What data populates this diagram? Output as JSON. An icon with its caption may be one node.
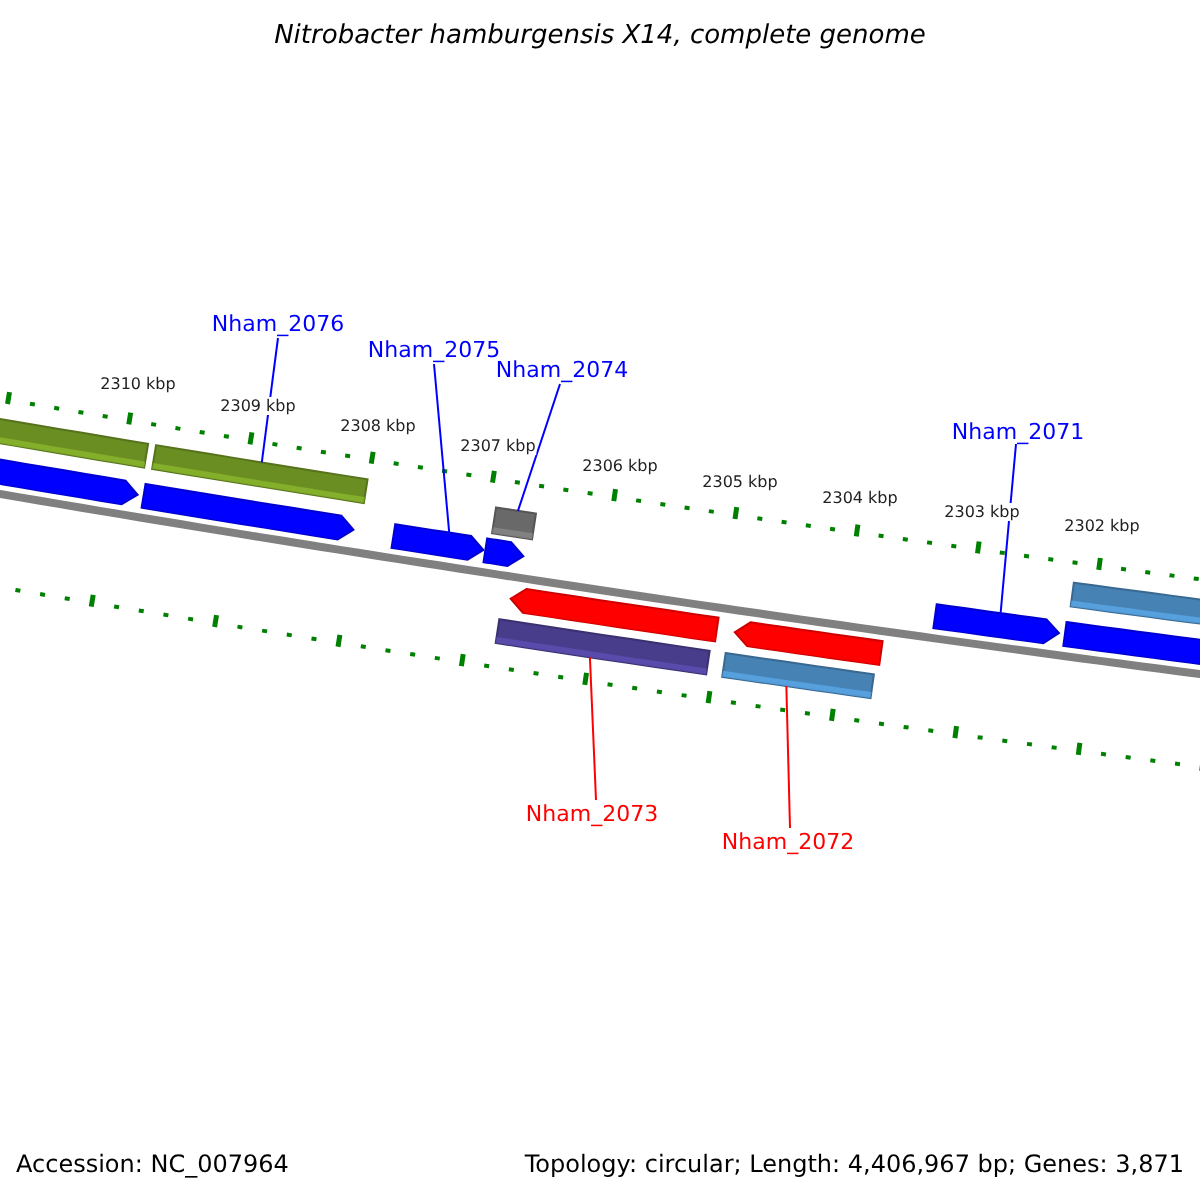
{
  "diagram": {
    "title": "Nitrobacter hamburgensis X14, complete genome",
    "nodes": [
      {
        "text": [
          "Nham_2076"
        ]
      },
      {
        "text": [
          "Nham_2075"
        ]
      },
      {
        "text": [
          "Nham_2074"
        ]
      },
      {
        "text": [
          "Nham_2071"
        ]
      },
      {
        "text": [
          "Nham_2073"
        ]
      },
      {
        "text": [
          "Nham_2072"
        ]
      },
      {
        "text": [],
        "shape": "bar"
      },
      {
        "text": [],
        "shape": "bar"
      },
      {
        "text": [],
        "shape": "bar"
      },
      {
        "text": [],
        "shape": "bar"
      },
      {
        "text": [],
        "shape": "bar"
      },
      {
        "text": [],
        "shape": "bar"
      },
      {
        "text": [],
        "shape": "bar"
      },
      {
        "text": [],
        "shape": "bar"
      },
      {
        "text": [],
        "shape": "bar"
      },
      {
        "text": [],
        "shape": "bar"
      },
      {
        "text": [],
        "shape": "bar"
      },
      {
        "text": [],
        "shape": "bar"
      },
      {
        "text": [],
        "shape": "bar"
      },
      {
        "text": [],
        "shape": "bar"
      }
    ],
    "edges": [
      {
        "from": 0,
        "to": 6,
        "arrow": "none"
      },
      {
        "from": 1,
        "to": 7,
        "arrow": "none"
      },
      {
        "from": 2,
        "to": 8,
        "arrow": "none"
      },
      {
        "from": 3,
        "to": 9,
        "arrow": "none"
      },
      {
        "from": 4,
        "to": 10,
        "arrow": "none",
        "color": "#ff0000"
      },
      {
        "from": 5,
        "to": 11,
        "arrow": "none",
        "color": "#ff0000"
      }
    ],
    "labels": [
      "2310 kbp",
      "2309 kbp",
      "2308 kbp",
      "2307 kbp",
      "2306 kbp",
      "2305 kbp",
      "2304 kbp",
      "2303 kbp",
      "2302 kbp",
      "Accession: NC_007964",
      "Topology: circular; Length: 4,406,967 bp; Genes: 3,871"
    ]
  }
}
